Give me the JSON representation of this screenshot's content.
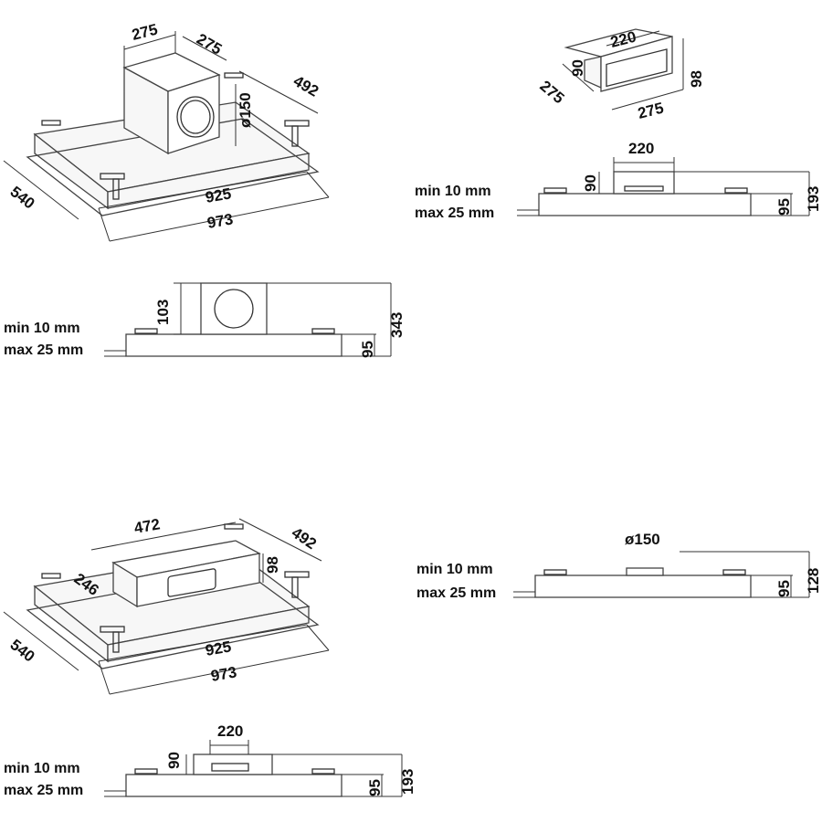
{
  "views": {
    "top_left_iso": {
      "box_width": "275",
      "box_depth": "275",
      "depth_outer": "492",
      "duct_diameter": "ø150",
      "side_depth": "540",
      "inner_length": "925",
      "outer_length": "973"
    },
    "top_right_iso": {
      "width": "220",
      "height": "90",
      "depth": "275",
      "length": "275",
      "height_2": "98"
    },
    "side_view_1": {
      "top_width": "220",
      "top_height": "90",
      "min_label": "min 10 mm",
      "max_label": "max 25 mm",
      "body_height": "95",
      "total_height": "193"
    },
    "side_view_2": {
      "box_height": "103",
      "min_label": "min 10 mm",
      "max_label": "max 25 mm",
      "body_height": "95",
      "total_height": "343"
    },
    "bottom_left_iso": {
      "duct_length": "472",
      "depth_outer": "492",
      "duct_height": "98",
      "duct_depth": "246",
      "side_depth": "540",
      "inner_length": "925",
      "outer_length": "973"
    },
    "side_view_3": {
      "duct_diameter": "ø150",
      "min_label": "min 10 mm",
      "max_label": "max 25 mm",
      "body_height": "95",
      "total_height": "128"
    },
    "side_view_4": {
      "top_width": "220",
      "top_height": "90",
      "min_label": "min 10 mm",
      "max_label": "max 25 mm",
      "body_height": "95",
      "total_height": "193"
    }
  }
}
